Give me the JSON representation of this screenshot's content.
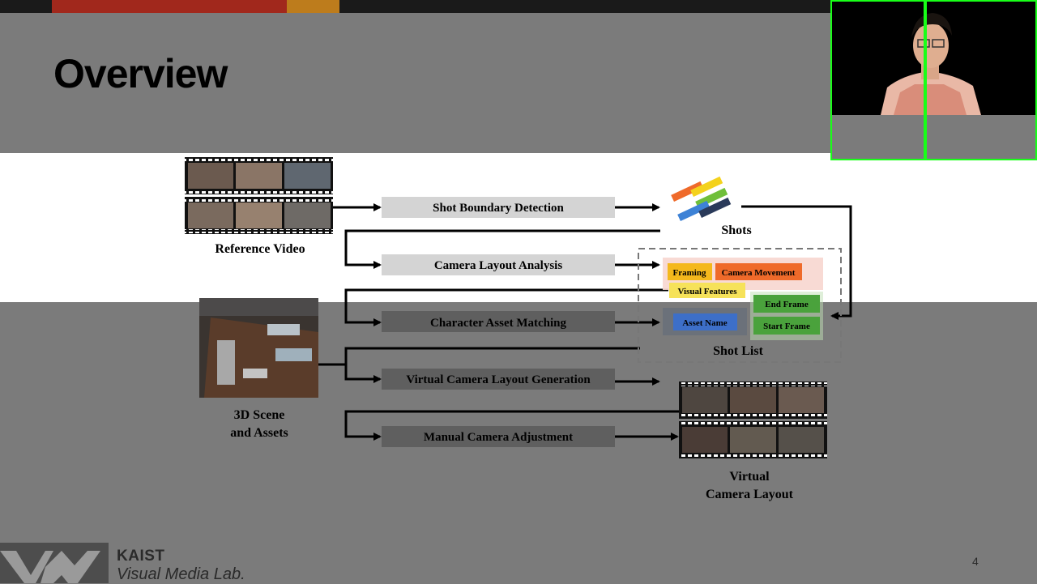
{
  "slide": {
    "title": "Overview",
    "page_number": "4"
  },
  "logo": {
    "line1": "KAIST",
    "line2": "Visual Media Lab."
  },
  "diagram": {
    "inputs": {
      "reference_video": "Reference Video",
      "scene_line1": "3D Scene",
      "scene_line2": "and Assets"
    },
    "steps": [
      "Shot Boundary Detection",
      "Camera Layout Analysis",
      "Character Asset Matching",
      "Virtual Camera Layout Generation",
      "Manual Camera Adjustment"
    ],
    "shots_label": "Shots",
    "shot_list": {
      "label": "Shot List",
      "tags": {
        "framing": "Framing",
        "camera_movement": "Camera Movement",
        "visual_features": "Visual Features",
        "asset_name": "Asset Name",
        "end_frame": "End Frame",
        "start_frame": "Start Frame"
      }
    },
    "output": {
      "line1": "Virtual",
      "line2": "Camera Layout"
    }
  },
  "colors": {
    "framing": "#f4b81c",
    "camera_movement": "#ef6a2a",
    "visual_features": "#f6e25a",
    "asset_name": "#3d6fc8",
    "frame_box": "#4aa23c",
    "webcam_border": "#18ff18",
    "accent_red": "#a1281c",
    "accent_orange": "#bd7c1c"
  }
}
